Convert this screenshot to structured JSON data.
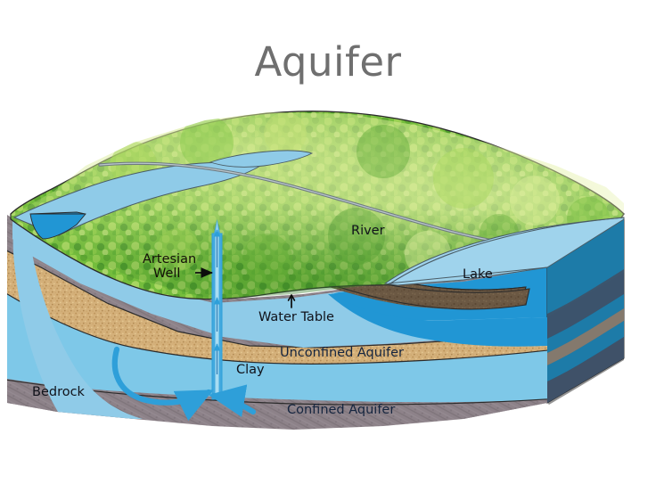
{
  "title": "Aquifer",
  "diagram": {
    "type": "block-diagram",
    "subject": "groundwater aquifer cross-section",
    "labels": {
      "artesian_well": "Artesian\nWell",
      "artesian_well_line1": "Artesian",
      "artesian_well_line2": "Well",
      "water_table": "Water Table",
      "unconfined_aquifer": "Unconfined Aquifer",
      "confined_aquifer": "Confined Aquifer",
      "clay": "Clay",
      "bedrock": "Bedrock",
      "river": "River",
      "lake": "Lake"
    },
    "layers": [
      {
        "name": "grass",
        "label": "",
        "color": "#6fbb3a"
      },
      {
        "name": "soil",
        "label": "",
        "color": "#6b5843"
      },
      {
        "name": "unconfined-aquifer",
        "label": "Unconfined Aquifer",
        "color": "#7ec8e8"
      },
      {
        "name": "clay",
        "label": "Clay",
        "color": "#d2ae79"
      },
      {
        "name": "confined-aquifer",
        "label": "Confined Aquifer",
        "color": "#7ec8e8"
      },
      {
        "name": "bedrock",
        "label": "Bedrock",
        "color": "#8d8289"
      }
    ],
    "colors": {
      "title": "#6f6f6f",
      "grass_light": "#a8d65a",
      "grass_mid": "#6cb83a",
      "grass_dark": "#3f8f2c",
      "grass_pale": "#d8e89a",
      "soil": "#6b5843",
      "soil_dark": "#54422f",
      "clay": "#d2ae79",
      "clay_dark": "#b58f57",
      "water_light": "#8fcbe8",
      "water_aquifer": "#7ec8e8",
      "water_lake_top": "#9fd3ec",
      "water_deep": "#2196d4",
      "water_side_dark": "#1a6d96",
      "water_side_darker": "#155877",
      "bedrock": "#8d8289",
      "bedrock_side": "#6d6269",
      "band_side": "#3f5168",
      "arrow_blue": "#2e9fd9",
      "outline": "#2b2b2b",
      "label_dark": "#10121a",
      "label_navy": "#15253f"
    },
    "annotations": {
      "well_flow_direction": "up",
      "water_table_marker": "up-arrow",
      "artesian_well_pointer": "right-arrow",
      "recharge_arrows": 2
    }
  }
}
